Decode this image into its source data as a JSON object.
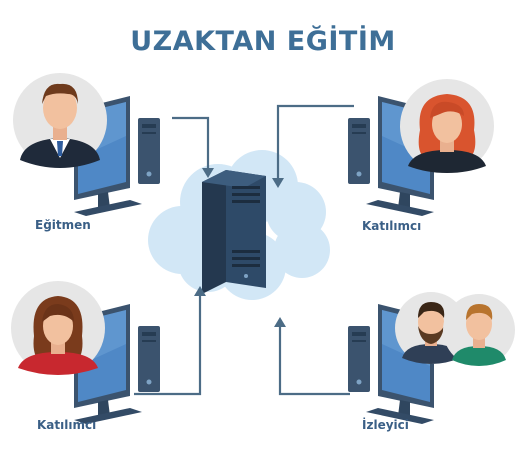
{
  "title": "UZAKTAN EĞİTİM",
  "nodes": {
    "top_left": {
      "label": "Eğitmen"
    },
    "top_right": {
      "label": "Katılımcı"
    },
    "bottom_left": {
      "label": "Katılımcı"
    },
    "bottom_right": {
      "label": "İzleyici"
    }
  },
  "colors": {
    "title": "#3e6f97",
    "label": "#3a5f86",
    "arrow": "#4c6c86",
    "cloud": "#d2e7f6",
    "server": "#2e4a68",
    "monitor_frame": "#3b536e",
    "monitor_screen": "#4f88c6",
    "avatar_bg": "#e6e6e6"
  },
  "icons": [
    "person-avatar-icon",
    "desktop-computer-icon",
    "cloud-server-icon",
    "arrow-icon"
  ]
}
